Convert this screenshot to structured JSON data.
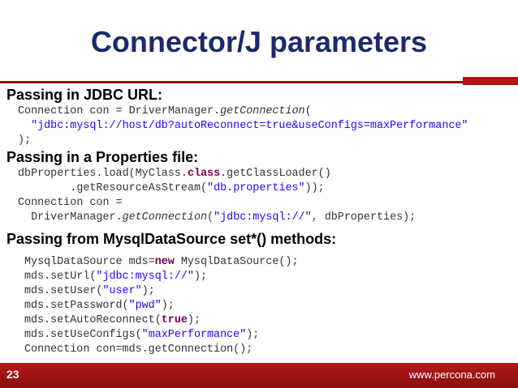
{
  "slide": {
    "title": "Connector/J parameters",
    "sections": [
      {
        "heading": "Passing in JDBC URL:"
      },
      {
        "heading": "Passing in a Properties file:"
      },
      {
        "heading": "Passing from MysqlDataSource set*() methods:"
      }
    ],
    "code": {
      "url_block": [
        [
          {
            "t": "Connection con = DriverManager."
          },
          {
            "t": "getConnection",
            "c": "i"
          },
          {
            "t": "("
          }
        ],
        [
          {
            "t": "  "
          },
          {
            "t": "\"jdbc:mysql://host/db?autoReconnect=true&useConfigs=maxPerformance\"",
            "c": "s"
          }
        ],
        [
          {
            "t": ");"
          }
        ]
      ],
      "props_block": [
        [
          {
            "t": "dbProperties.load(MyClass."
          },
          {
            "t": "class",
            "c": "k"
          },
          {
            "t": ".getClassLoader()"
          }
        ],
        [
          {
            "t": "        .getResourceAsStream("
          },
          {
            "t": "\"db.properties\"",
            "c": "s"
          },
          {
            "t": "));"
          }
        ],
        [
          {
            "t": "Connection con ="
          }
        ],
        [
          {
            "t": "  DriverManager."
          },
          {
            "t": "getConnection",
            "c": "i"
          },
          {
            "t": "("
          },
          {
            "t": "\"jdbc:mysql://\"",
            "c": "s"
          },
          {
            "t": ", dbProperties);"
          }
        ]
      ],
      "ds_block": [
        [
          {
            "t": "MysqlDataSource mds="
          },
          {
            "t": "new",
            "c": "k"
          },
          {
            "t": " MysqlDataSource();"
          }
        ],
        [
          {
            "t": "mds.setUrl("
          },
          {
            "t": "\"jdbc:mysql://\"",
            "c": "s"
          },
          {
            "t": ");"
          }
        ],
        [
          {
            "t": "mds.setUser("
          },
          {
            "t": "\"user\"",
            "c": "s"
          },
          {
            "t": ");"
          }
        ],
        [
          {
            "t": "mds.setPassword("
          },
          {
            "t": "\"pwd\"",
            "c": "s"
          },
          {
            "t": ");"
          }
        ],
        [
          {
            "t": "mds.setAutoReconnect("
          },
          {
            "t": "true",
            "c": "k"
          },
          {
            "t": ");"
          }
        ],
        [
          {
            "t": "mds.setUseConfigs("
          },
          {
            "t": "\"maxPerformance\"",
            "c": "s"
          },
          {
            "t": ");"
          }
        ],
        [
          {
            "t": "Connection con=mds.getConnection();"
          }
        ]
      ]
    }
  },
  "footer": {
    "page_number": "23",
    "url": "www.percona.com"
  },
  "colors": {
    "title": "#1c2a6b",
    "accent": "#b01818",
    "keyword": "#7a0055",
    "string": "#2a00ff"
  }
}
